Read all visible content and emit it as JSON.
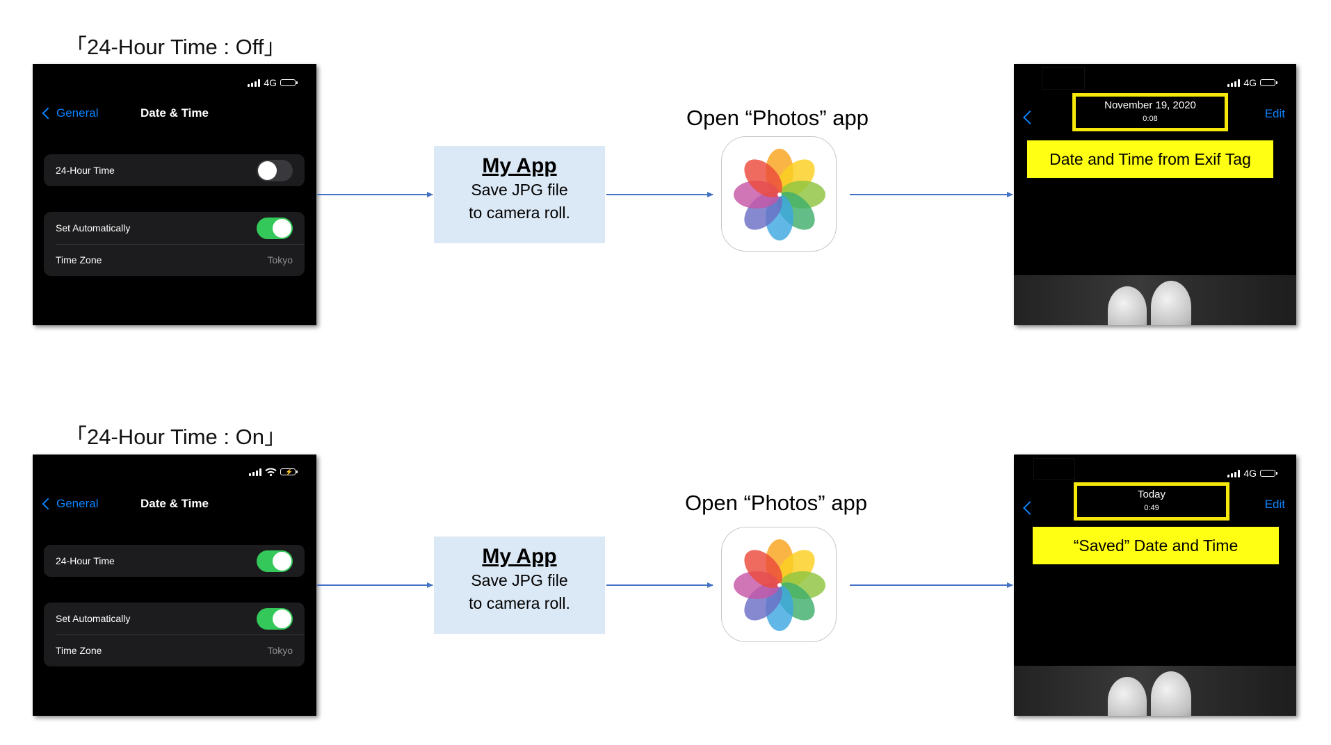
{
  "rows": [
    {
      "title": "「24-Hour Time : Off」",
      "settings": {
        "status": {
          "network": "4G",
          "battery_state": "full",
          "wifi": false
        },
        "back_label": "General",
        "nav_title": "Date & Time",
        "hour24_label": "24-Hour Time",
        "hour24_on": false,
        "set_auto_label": "Set Automatically",
        "set_auto_on": true,
        "timezone_label": "Time Zone",
        "timezone_value": "Tokyo"
      },
      "app": {
        "name": "My App",
        "line1": "Save JPG file",
        "line2": "to camera roll."
      },
      "photos_label": "Open “Photos” app",
      "result": {
        "network": "4G",
        "date_line": "November 19, 2020",
        "time_line": "0:08",
        "edit_label": "Edit",
        "callout": "Date and Time from Exif Tag"
      }
    },
    {
      "title": "「24-Hour Time : On」",
      "settings": {
        "status": {
          "network": "",
          "battery_state": "charging",
          "wifi": true
        },
        "back_label": "General",
        "nav_title": "Date & Time",
        "hour24_label": "24-Hour Time",
        "hour24_on": true,
        "set_auto_label": "Set Automatically",
        "set_auto_on": true,
        "timezone_label": "Time Zone",
        "timezone_value": "Tokyo"
      },
      "app": {
        "name": "My App",
        "line1": "Save JPG file",
        "line2": "to camera roll."
      },
      "photos_label": "Open “Photos” app",
      "result": {
        "network": "4G",
        "date_line": "Today",
        "time_line": "0:49",
        "edit_label": "Edit",
        "callout": "“Saved” Date and Time"
      }
    }
  ],
  "colors": {
    "arrow": "#4472c4",
    "ios_blue": "#0a84ff",
    "toggle_on": "#34c759",
    "highlight_yellow": "#ffff14",
    "app_box": "#dbe8f5"
  },
  "icons": [
    "chevron-left-icon",
    "signal-icon",
    "wifi-icon",
    "battery-icon",
    "photos-app-icon"
  ]
}
